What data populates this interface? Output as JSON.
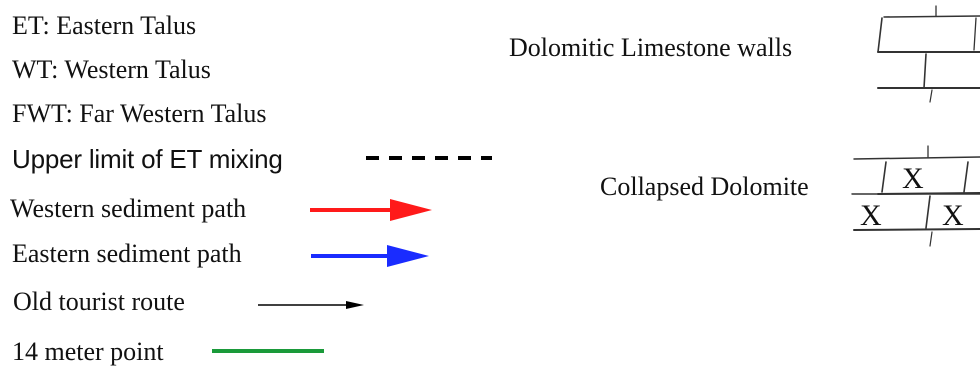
{
  "legend": {
    "items": [
      {
        "key": "et",
        "label": "ET: Eastern Talus"
      },
      {
        "key": "wt",
        "label": "WT: Western Talus"
      },
      {
        "key": "fwt",
        "label": "FWT: Far Western Talus"
      },
      {
        "key": "mixing",
        "label": "Upper limit of ET mixing",
        "symbol": "dashed-line",
        "color": "#000000"
      },
      {
        "key": "western",
        "label": "Western sediment path",
        "symbol": "arrow",
        "color": "#ff1a1a"
      },
      {
        "key": "eastern",
        "label": "Eastern sediment path",
        "symbol": "arrow",
        "color": "#1a2cff"
      },
      {
        "key": "tourist",
        "label": "Old tourist route",
        "symbol": "thin-arrow",
        "color": "#000000"
      },
      {
        "key": "point14",
        "label": "14 meter point",
        "symbol": "line",
        "color": "#1a9a3a"
      }
    ]
  },
  "symbols": {
    "walls": {
      "label": "Dolomitic Limestone walls",
      "symbol": "brick-pattern"
    },
    "collapsed": {
      "label": "Collapsed Dolomite",
      "symbol": "brick-x-pattern",
      "mark": "X"
    }
  }
}
